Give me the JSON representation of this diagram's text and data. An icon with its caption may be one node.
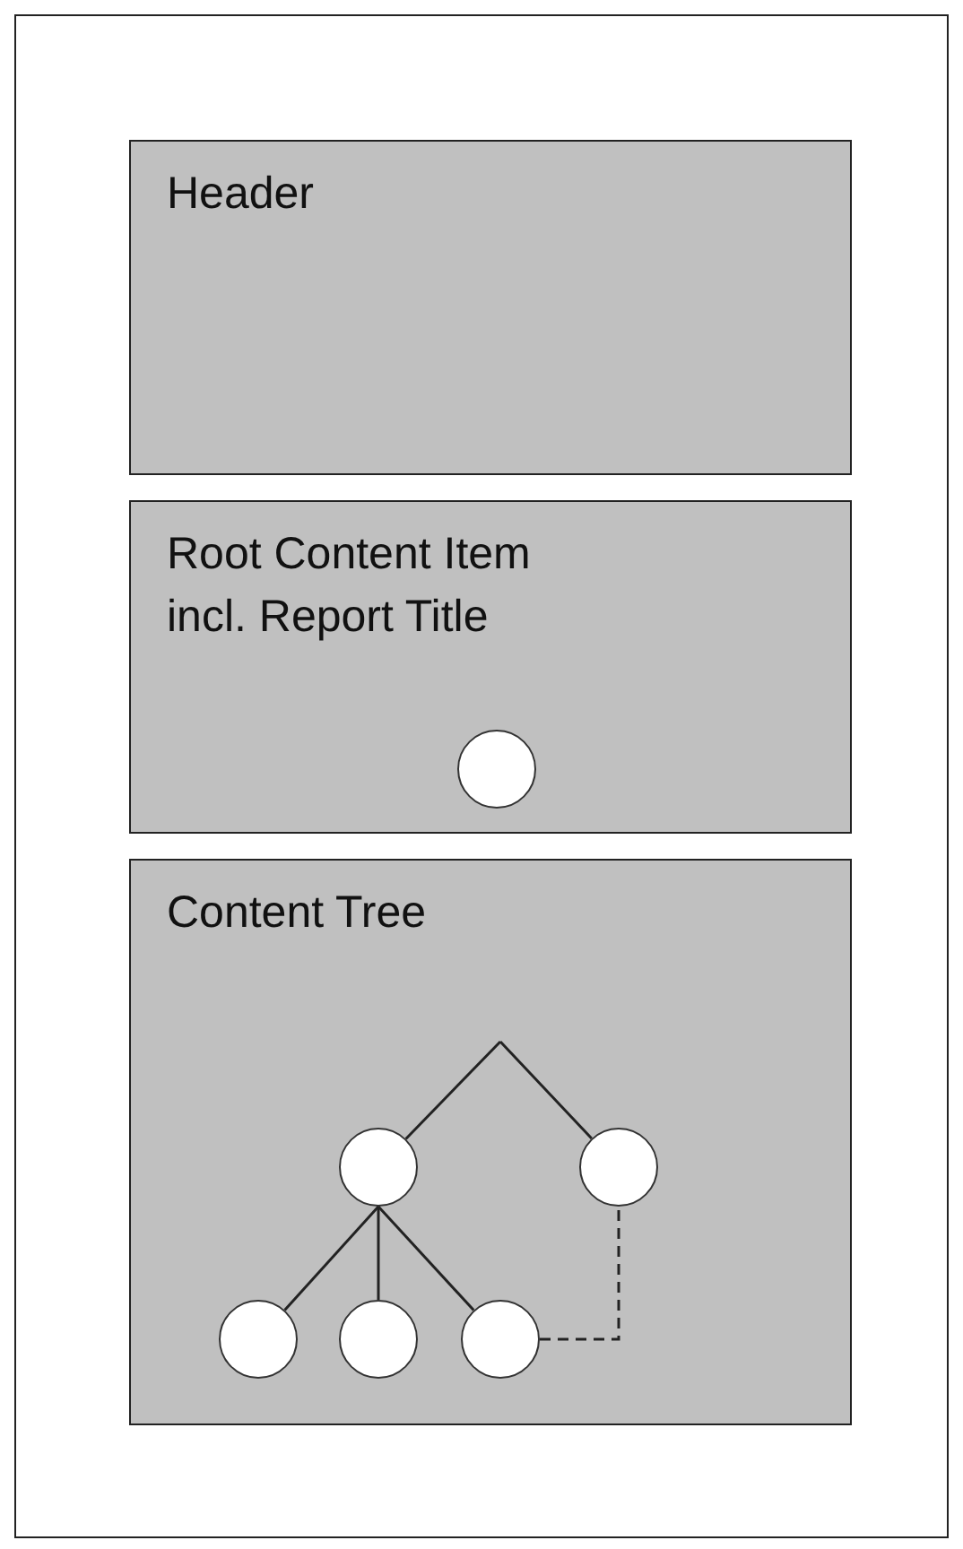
{
  "diagram": {
    "nodes": [
      {
        "text": [],
        "shape": "box"
      },
      {
        "text": [
          "Header"
        ],
        "in": 0
      },
      {
        "text": [
          "Root Content Item incl. Report Title"
        ],
        "in": 0
      },
      {
        "text": [],
        "shape": "circle",
        "in": 2
      },
      {
        "text": [
          "Content Tree"
        ],
        "in": 0
      },
      {
        "text": [],
        "shape": "circle",
        "in": 4
      },
      {
        "text": [],
        "shape": "circle",
        "in": 4
      },
      {
        "text": [],
        "shape": "circle",
        "in": 4
      },
      {
        "text": [],
        "shape": "circle",
        "in": 4
      },
      {
        "text": [],
        "shape": "circle",
        "in": 4
      }
    ],
    "edges": [
      {
        "from": null,
        "to": 5,
        "arrow": "none"
      },
      {
        "from": null,
        "to": 6,
        "arrow": "none"
      },
      {
        "from": 5,
        "to": 7,
        "arrow": "none"
      },
      {
        "from": 5,
        "to": 8,
        "arrow": "none"
      },
      {
        "from": 5,
        "to": 9,
        "arrow": "none"
      },
      {
        "from": 9,
        "to": 6,
        "arrow": "none",
        "style": "dashed"
      }
    ]
  }
}
